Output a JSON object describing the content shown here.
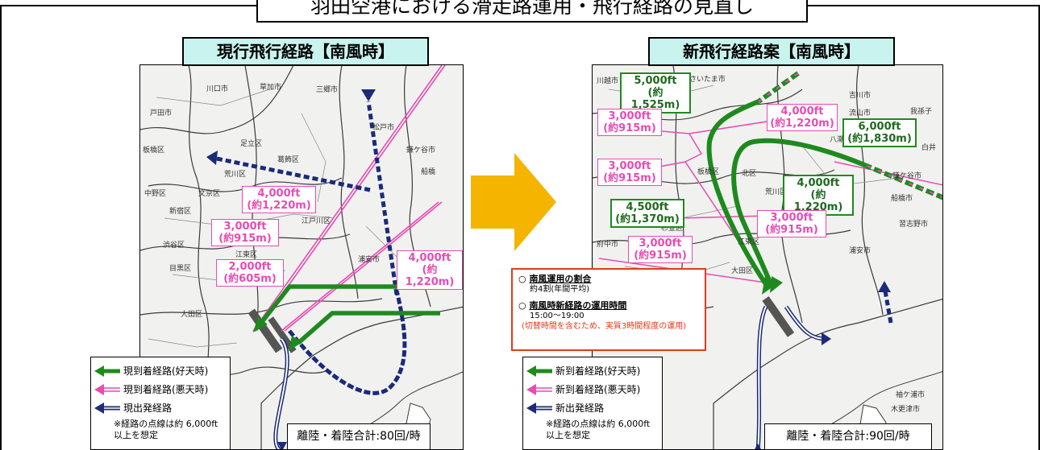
{
  "title": "羽田空港における滑走路運用・飛行経路の見直し",
  "left": {
    "subtitle": "現行飛行経路【南風時】",
    "altitude_labels": [
      {
        "ft": "4,000ft",
        "m": "(約1,220m)"
      },
      {
        "ft": "3,000ft",
        "m": "(約915m)"
      },
      {
        "ft": "2,000ft",
        "m": "(約605m)"
      },
      {
        "ft": "4,000ft",
        "m": "(約1,220m)"
      }
    ],
    "legend": {
      "items": [
        "現到着経路(好天時)",
        "現到着経路(悪天時)",
        "現出発経路"
      ],
      "note": "※経路の点線は約 6,000ft以上を想定"
    },
    "total": "離陸・着陸合計:80回/時",
    "places": [
      "川口市",
      "草加市",
      "三郷市",
      "戸田市",
      "足立区",
      "板橋区",
      "葛飾区",
      "荒川区",
      "松戸市",
      "鎌ケ谷市",
      "中野区",
      "文京区",
      "新宿区",
      "江戸川区",
      "渋谷区",
      "江東区",
      "目黒区",
      "浦安市",
      "大田区",
      "船橋"
    ]
  },
  "right": {
    "subtitle": "新飛行経路案【南風時】",
    "altitude_labels": [
      {
        "ft": "5,000ft",
        "m": "(約1,525m)",
        "color": "green"
      },
      {
        "ft": "3,000ft",
        "m": "(約915m)",
        "color": "pink"
      },
      {
        "ft": "4,000ft",
        "m": "(約1,220m)",
        "color": "pink"
      },
      {
        "ft": "6,000ft",
        "m": "(約1,830m)",
        "color": "green"
      },
      {
        "ft": "3,000ft",
        "m": "(約915m)",
        "color": "pink"
      },
      {
        "ft": "4,000ft",
        "m": "(約1,220m)",
        "color": "green"
      },
      {
        "ft": "4,500ft",
        "m": "(約1,370m)",
        "color": "green"
      },
      {
        "ft": "3,000ft",
        "m": "(約915m)",
        "color": "pink"
      },
      {
        "ft": "3,000ft",
        "m": "(約915m)",
        "color": "pink"
      }
    ],
    "info": {
      "h1": "南風運用の割合",
      "s1": "約4割(年間平均)",
      "h2": "南風時新経路の運用時間",
      "s2": "15:00～19:00",
      "s3": "(切替時間を含むため、実質3時間程度の運用)"
    },
    "legend": {
      "items": [
        "新到着経路(好天時)",
        "新到着経路(悪天時)",
        "新出発経路"
      ],
      "note": "※経路の点線は約 6,000ft以上を想定"
    },
    "total": "離陸・着陸合計:90回/時",
    "places": [
      "川越市",
      "さいたま市",
      "吉川市",
      "流山市",
      "我孫子",
      "八潮市",
      "白井",
      "鎌ケ谷市",
      "船橋市",
      "習志野市",
      "板橋区",
      "北区",
      "荒川区",
      "江東区",
      "浦安市",
      "大田区",
      "袖ケ浦市",
      "木更津市",
      "府中市",
      "杉並区"
    ]
  },
  "colors": {
    "green": "#1e8a1e",
    "pink": "#e64cb3",
    "navy": "#1b2a7a",
    "arrow": "#f5b400",
    "info_border": "#e53a18",
    "subtitle_bg": "#c9f3ee"
  }
}
